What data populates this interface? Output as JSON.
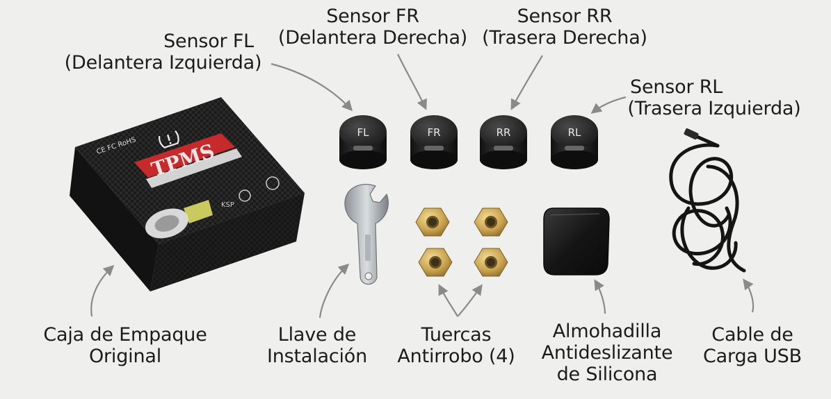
{
  "sensors": [
    {
      "code": "FL",
      "title": "Sensor FL",
      "detail": "(Delantera Izquierda)"
    },
    {
      "code": "FR",
      "title": "Sensor FR",
      "detail": "(Delantera Derecha)"
    },
    {
      "code": "RR",
      "title": "Sensor RR",
      "detail": "(Trasera Derecha)"
    },
    {
      "code": "RL",
      "title": "Sensor RL",
      "detail": "(Trasera Izquierda)"
    }
  ],
  "box": {
    "brand": "TPMS",
    "cert_marks": "CE FC RoHS",
    "caption": [
      "Caja de Empaque",
      "Original"
    ]
  },
  "items": {
    "wrench": [
      "Llave de",
      "Instalación"
    ],
    "nuts": [
      "Tuercas",
      "Antirrobo (4)"
    ],
    "pad": [
      "Almohadilla",
      "Antideslizante",
      "de Silicona"
    ],
    "cable": [
      "Cable de",
      "Carga USB"
    ]
  },
  "colors": {
    "background": "#efefee",
    "text": "#1c1c1c",
    "arrow": "#8a8a8a",
    "brand_red": "#c62a2a",
    "brass": "#c9a24f"
  }
}
